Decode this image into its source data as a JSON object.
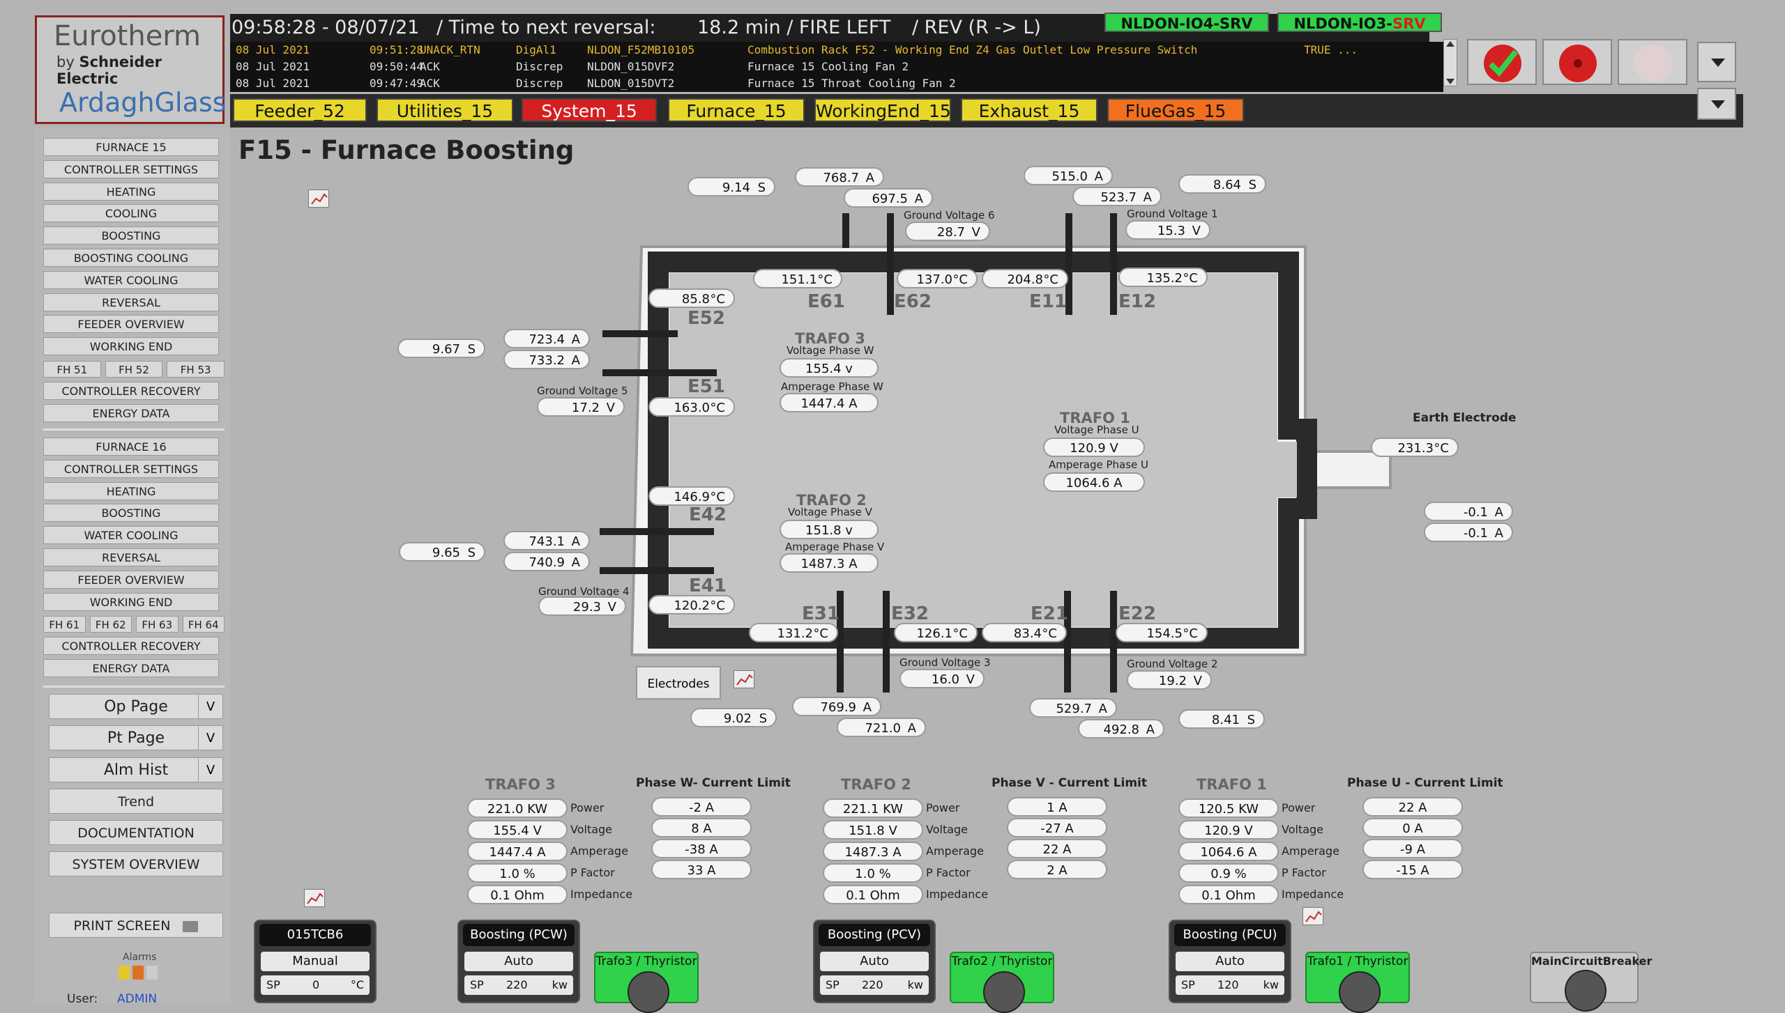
{
  "logo": {
    "line1": "Eurotherm",
    "line2_by": "by",
    "line2_brand": "Schneider Electric",
    "line3": "ArdaghGlass"
  },
  "header": {
    "time": "09:58:28 - 08/07/21",
    "reversal_label": "/ Time to next reversal:",
    "reversal_value": "18.2 min / FIRE LEFT",
    "direction": "/ REV (R -> L)",
    "server1": "NLDON-IO4-SRV",
    "server2_a": "NLDON-IO3-",
    "server2_b": "SRV"
  },
  "alarms": [
    {
      "date": "08 Jul 2021",
      "time": "09:51:28",
      "state": "UNACK_RTN",
      "type": "DigAl1",
      "tag": "NLDON_F52MB10105",
      "msg": "Combustion Rack F52 - Working End Z4 Gas Outlet Low Pressure Switch",
      "val": "TRUE ..."
    },
    {
      "date": "08 Jul 2021",
      "time": "09:50:44",
      "state": "ACK",
      "type": "Discrep",
      "tag": "NLDON_015DVF2",
      "msg": "Furnace 15 Cooling Fan 2",
      "val": ""
    },
    {
      "date": "08 Jul 2021",
      "time": "09:47:49",
      "state": "ACK",
      "type": "Discrep",
      "tag": "NLDON_015DVT2",
      "msg": "Furnace 15 Throat Cooling Fan 2",
      "val": ""
    }
  ],
  "nav": [
    {
      "label": "Feeder_52",
      "color": "#e6d72a"
    },
    {
      "label": "Utilities_15",
      "color": "#e6d72a"
    },
    {
      "label": "System_15",
      "color": "#d42020"
    },
    {
      "label": "Furnace_15",
      "color": "#e6d72a"
    },
    {
      "label": "WorkingEnd_15",
      "color": "#e6d72a"
    },
    {
      "label": "Exhaust_15",
      "color": "#e6d72a"
    },
    {
      "label": "FlueGas_15",
      "color": "#f07020"
    }
  ],
  "menu": {
    "f15": [
      "FURNACE 15",
      "CONTROLLER SETTINGS",
      "HEATING",
      "COOLING",
      "BOOSTING",
      "BOOSTING COOLING",
      "WATER COOLING",
      "REVERSAL",
      "FEEDER OVERVIEW",
      "WORKING END"
    ],
    "f15_fh": [
      "FH 51",
      "FH 52",
      "FH 53"
    ],
    "f15_b": [
      "CONTROLLER RECOVERY",
      "ENERGY DATA"
    ],
    "f16": [
      "FURNACE 16",
      "CONTROLLER SETTINGS",
      "HEATING",
      "BOOSTING",
      "WATER COOLING",
      "REVERSAL",
      "FEEDER OVERVIEW",
      "WORKING END"
    ],
    "f16_fh": [
      "FH 61",
      "FH 62",
      "FH 63",
      "FH 64"
    ],
    "f16_b": [
      "CONTROLLER RECOVERY",
      "ENERGY DATA"
    ],
    "op": "Op Page",
    "pt": "Pt Page",
    "alm": "Alm Hist",
    "v": "V",
    "trend": "Trend",
    "doc": "DOCUMENTATION",
    "sys": "SYSTEM OVERVIEW",
    "print": "PRINT SCREEN",
    "alarms": "Alarms",
    "user_label": "User:",
    "user": "ADMIN"
  },
  "page": {
    "title": "F15 - Furnace Boosting"
  },
  "units": {
    "s": "S",
    "a": "A",
    "v": "V",
    "c": "°C"
  },
  "top": {
    "s6": "9.14",
    "a6a": "768.7",
    "a6b": "697.5",
    "gv6_label": "Ground Voltage 6",
    "gv6": "28.7",
    "a1a": "515.0",
    "a1b": "523.7",
    "s1": "8.64",
    "gv1_label": "Ground Voltage 1",
    "gv1": "15.3"
  },
  "temps": {
    "t61": "151.1",
    "t62": "137.0",
    "t11": "204.8",
    "t12": "135.2",
    "t52": "85.8",
    "t51": "163.0",
    "t42": "146.9",
    "t41": "120.2",
    "t31": "131.2",
    "t32": "126.1",
    "t21": "83.4",
    "t22": "154.5",
    "earth": "231.3"
  },
  "left": {
    "s5": "9.67",
    "a5a": "723.4",
    "a5b": "733.2",
    "gv5_label": "Ground Voltage 5",
    "gv5": "17.2",
    "s4": "9.65",
    "a4a": "743.1",
    "a4b": "740.9",
    "gv4_label": "Ground Voltage 4",
    "gv4": "29.3"
  },
  "bottom": {
    "gv3_label": "Ground Voltage 3",
    "gv3": "16.0",
    "gv2_label": "Ground Voltage 2",
    "gv2": "19.2",
    "s3": "9.02",
    "a3a": "769.9",
    "a3b": "721.0",
    "a2a": "529.7",
    "a2b": "492.8",
    "s2": "8.41"
  },
  "electrodes": [
    "E61",
    "E62",
    "E11",
    "E12",
    "E52",
    "E51",
    "E42",
    "E41",
    "E31",
    "E32",
    "E21",
    "E22"
  ],
  "trafo_map": {
    "t3": {
      "name": "TRAFO 3",
      "vlabel": "Voltage Phase W",
      "v": "155.4 v",
      "alabel": "Amperage Phase W",
      "a": "1447.4 A"
    },
    "t2": {
      "name": "TRAFO 2",
      "vlabel": "Voltage Phase V",
      "v": "151.8 v",
      "alabel": "Amperage Phase V",
      "a": "1487.3 A"
    },
    "t1": {
      "name": "TRAFO 1",
      "vlabel": "Voltage Phase U",
      "v": "120.9 V",
      "alabel": "Amperage Phase U",
      "a": "1064.6 A"
    }
  },
  "earth": {
    "label": "Earth Electrode",
    "c1": "-0.1",
    "c2": "-0.1"
  },
  "electrodes_btn": "Electrodes",
  "params": [
    "Power",
    "Voltage",
    "Amperage",
    "P Factor",
    "Impedance"
  ],
  "trafos": [
    {
      "name": "TRAFO 3",
      "values": [
        "221.0 KW",
        "155.4 V",
        "1447.4 A",
        "1.0 %",
        "0.1 Ohm"
      ],
      "limit_label": "Phase W- Current Limit",
      "limits": [
        "-2 A",
        "8 A",
        "-38 A",
        "33 A"
      ],
      "panel": "Boosting (PCW)",
      "mode": "Auto",
      "sp_label": "SP",
      "sp": "220",
      "sp_unit": "kw",
      "thyristor": "Trafo3 / Thyristor"
    },
    {
      "name": "TRAFO 2",
      "values": [
        "221.1 KW",
        "151.8 V",
        "1487.3 A",
        "1.0 %",
        "0.1 Ohm"
      ],
      "limit_label": "Phase V - Current Limit",
      "limits": [
        "1 A",
        "-27 A",
        "22 A",
        "2 A"
      ],
      "panel": "Boosting (PCV)",
      "mode": "Auto",
      "sp_label": "SP",
      "sp": "220",
      "sp_unit": "kw",
      "thyristor": "Trafo2 / Thyristor"
    },
    {
      "name": "TRAFO 1",
      "values": [
        "120.5 KW",
        "120.9 V",
        "1064.6 A",
        "0.9 %",
        "0.1 Ohm"
      ],
      "limit_label": "Phase U - Current Limit",
      "limits": [
        "22 A",
        "0 A",
        "-9 A",
        "-15 A"
      ],
      "panel": "Boosting (PCU)",
      "mode": "Auto",
      "sp_label": "SP",
      "sp": "120",
      "sp_unit": "kw",
      "thyristor": "Trafo1 / Thyristor"
    }
  ],
  "tc": {
    "name": "015TCB6",
    "mode": "Manual",
    "sp_label": "SP",
    "sp": "0",
    "unit": "°C"
  },
  "mcb": "MainCircuitBreaker"
}
